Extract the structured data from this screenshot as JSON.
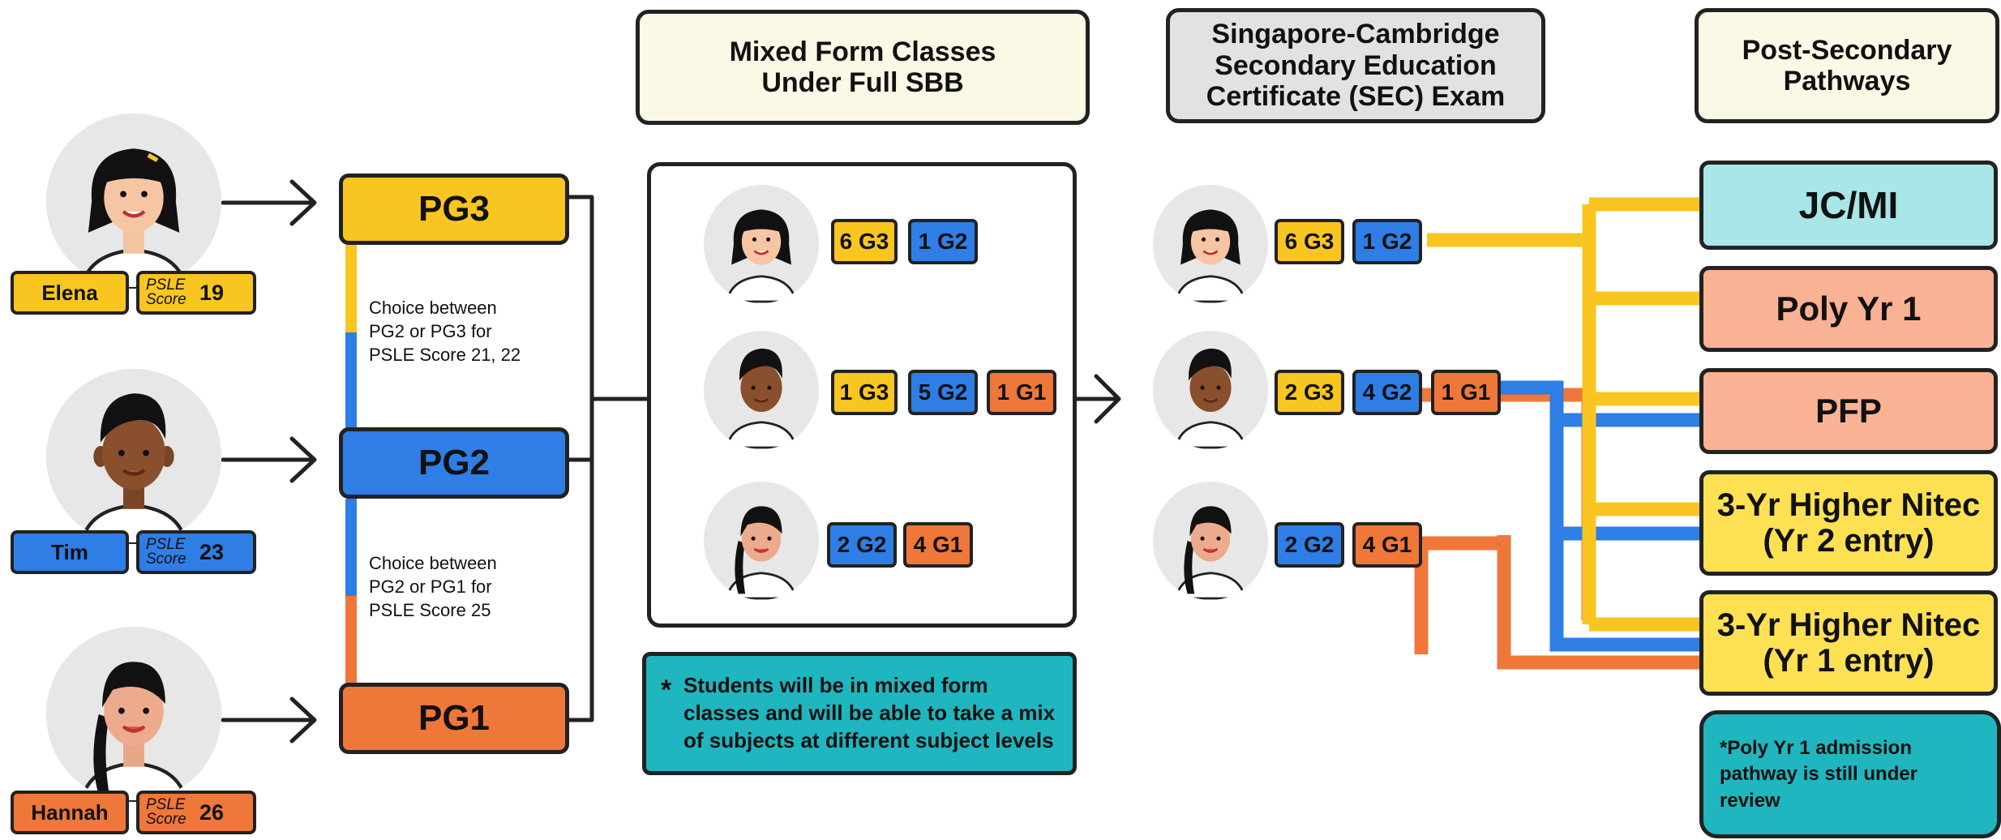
{
  "colors": {
    "pg3": "#f9c521",
    "pg2": "#2e7ee5",
    "pg1": "#f0773a",
    "jc": "#a8e6e8",
    "poly": "#f9b293",
    "nitec": "#fde153",
    "note": "#1fb6bf",
    "cream": "#fbf8e6",
    "grey": "#e2e2e2"
  },
  "headers": {
    "mixed": "Mixed Form Classes\nUnder Full SBB",
    "sec": "Singapore-Cambridge\nSecondary Education\nCertificate (SEC) Exam",
    "post": "Post-Secondary\nPathways"
  },
  "students": [
    {
      "name": "Elena",
      "score_label": "PSLE\nScore",
      "score": "19",
      "avatar": "girl-short-hair-avatar-icon"
    },
    {
      "name": "Tim",
      "score_label": "PSLE\nScore",
      "score": "23",
      "avatar": "boy-avatar-icon"
    },
    {
      "name": "Hannah",
      "score_label": "PSLE\nScore",
      "score": "26",
      "avatar": "girl-ponytail-avatar-icon"
    }
  ],
  "posting_groups": [
    "PG3",
    "PG2",
    "PG1"
  ],
  "choices": [
    "Choice between\nPG2 or PG3 for\nPSLE Score 21, 22",
    "Choice between\nPG2 or PG1 for\nPSLE Score 25"
  ],
  "subject_tags": [
    [
      "6 G3",
      "1 G2"
    ],
    [
      "1 G3",
      "5 G2",
      "1 G1"
    ],
    [
      "2 G2",
      "4 G1"
    ]
  ],
  "exam_tags": [
    [
      "6 G3",
      "1 G2"
    ],
    [
      "2 G3",
      "4 G2",
      "1 G1"
    ],
    [
      "2 G2",
      "4 G1"
    ]
  ],
  "note_mixed_star": "*",
  "note_mixed": "Students will be in mixed form classes and will be able to take a mix of subjects at different subject levels",
  "pathways": [
    "JC/MI",
    "Poly Yr 1",
    "PFP",
    "3-Yr Higher Nitec\n(Yr 2 entry)",
    "3-Yr Higher Nitec\n(Yr 1 entry)"
  ],
  "note_poly": "*Poly Yr 1 admission\npathway is still under\nreview"
}
